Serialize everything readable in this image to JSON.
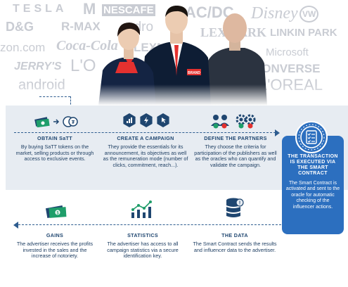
{
  "hero": {
    "brands": [
      "TESLA",
      "M",
      "NESCAFE",
      "AC/DC",
      "Disney",
      "VW",
      "D&G",
      "R-MAX",
      "adro",
      "LEXMARK",
      "LINKIN PARK",
      "zon.com",
      "Coca-Cola",
      "LEXM",
      "Microsoft",
      "JERRY'S",
      "L'O",
      "CONVERSE",
      "android",
      "L'OREAL"
    ],
    "agent_tag": "BRAND"
  },
  "steps_top": [
    {
      "title": "OBTAIN SaTT",
      "desc": "By buying SaTT tokens on the market, selling products or through access to exclusive events."
    },
    {
      "title": "CREATE A CAMPAIGN",
      "desc": "They provide the essentials for its announcement, its objectives as well as the remuneration mode (number of clicks, commitment, reach...)."
    },
    {
      "title": "DEFINE THE PARTNERS",
      "desc": "They choose the criteria for participation of the publishers as well as the oracles who can quantify and validate the campaign."
    }
  ],
  "contract": {
    "title": "THE TRANSACTION IS EXECUTED VIA THE SMART CONTRACT",
    "desc": "The Smart Contract is activated and sent to the oracle for automatic checking of the influencer actions."
  },
  "steps_bottom": [
    {
      "title": "GAINS",
      "desc": "The advertiser receives the profits invested in the sales and the increase of notoriety."
    },
    {
      "title": "STATISTICS",
      "desc": "The advertiser has access to all campaign statistics via a secure identification key."
    },
    {
      "title": "THE DATA",
      "desc": "The Smart Contract sends the results and influencer data to the advertiser."
    }
  ],
  "colors": {
    "navy": "#1f4670",
    "blue": "#2c6fbf",
    "band": "#e7ecf2",
    "red": "#e4312f",
    "green": "#1f9e6a"
  }
}
